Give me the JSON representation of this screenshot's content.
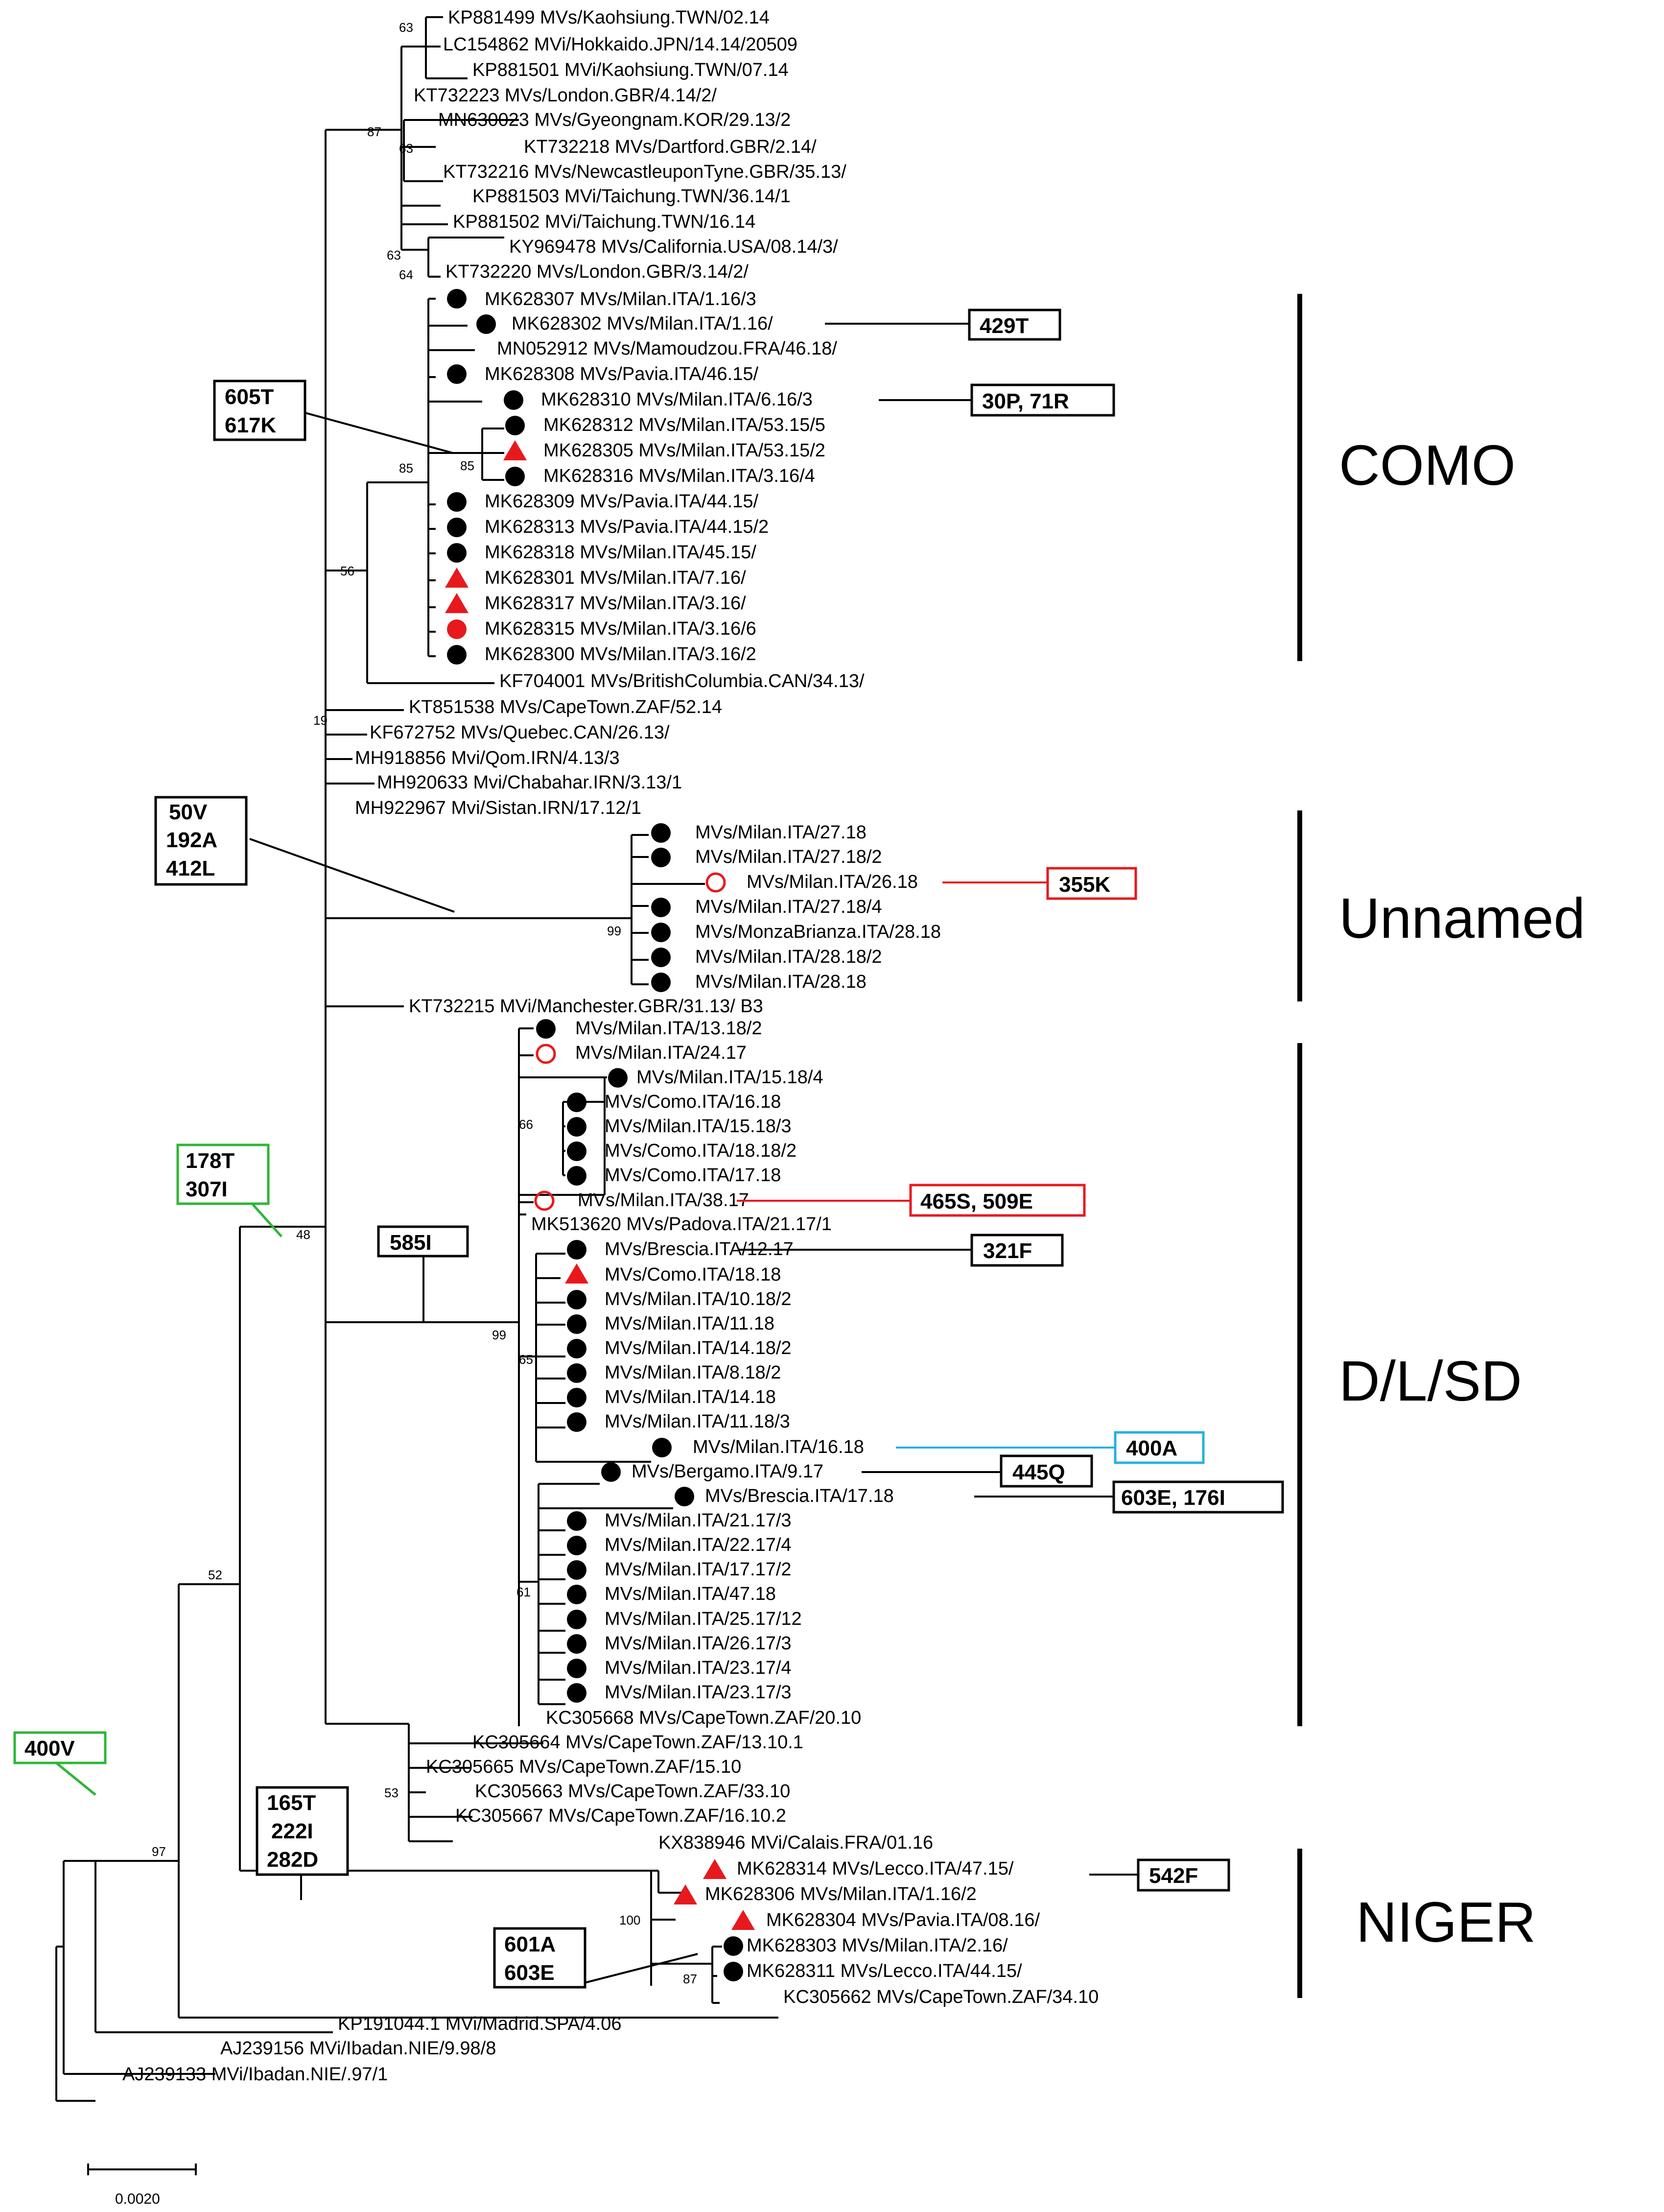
{
  "tips": {
    "t1": "KP881499 MVs/Kaohsiung.TWN/02.14",
    "t2": "LC154862 MVi/Hokkaido.JPN/14.14/20509",
    "t3": "KP881501 MVi/Kaohsiung.TWN/07.14",
    "t4": "KT732223 MVs/London.GBR/4.14/2/",
    "t5": "MN630023 MVs/Gyeongnam.KOR/29.13/2",
    "t6": "KT732218 MVs/Dartford.GBR/2.14/",
    "t7": "KT732216 MVs/NewcastleuponTyne.GBR/35.13/",
    "t8": "KP881503 MVi/Taichung.TWN/36.14/1",
    "t9": "KP881502 MVi/Taichung.TWN/16.14",
    "t10": "KY969478 MVs/California.USA/08.14/3/",
    "t11": "KT732220 MVs/London.GBR/3.14/2/",
    "t12": "MK628307 MVs/Milan.ITA/1.16/3",
    "t13": "MK628302 MVs/Milan.ITA/1.16/",
    "t14": "MN052912 MVs/Mamoudzou.FRA/46.18/",
    "t15": "MK628308 MVs/Pavia.ITA/46.15/",
    "t16": "MK628310 MVs/Milan.ITA/6.16/3",
    "t17": "MK628312 MVs/Milan.ITA/53.15/5",
    "t18": "MK628305 MVs/Milan.ITA/53.15/2",
    "t19": "MK628316 MVs/Milan.ITA/3.16/4",
    "t20": "MK628309 MVs/Pavia.ITA/44.15/",
    "t21": "MK628313 MVs/Pavia.ITA/44.15/2",
    "t22": "MK628318 MVs/Milan.ITA/45.15/",
    "t23": "MK628301 MVs/Milan.ITA/7.16/",
    "t24": "MK628317 MVs/Milan.ITA/3.16/",
    "t25": "MK628315 MVs/Milan.ITA/3.16/6",
    "t26": "MK628300 MVs/Milan.ITA/3.16/2",
    "t27": "KF704001 MVs/BritishColumbia.CAN/34.13/",
    "t28": "KT851538 MVs/CapeTown.ZAF/52.14",
    "t29": "KF672752 MVs/Quebec.CAN/26.13/",
    "t30": "MH918856 Mvi/Qom.IRN/4.13/3",
    "t31": "MH920633 Mvi/Chabahar.IRN/3.13/1",
    "t32": "MH922967 Mvi/Sistan.IRN/17.12/1",
    "t33": "MVs/Milan.ITA/27.18",
    "t34": "MVs/Milan.ITA/27.18/2",
    "t35": "MVs/Milan.ITA/26.18",
    "t36": "MVs/Milan.ITA/27.18/4",
    "t37": "MVs/MonzaBrianza.ITA/28.18",
    "t38": "MVs/Milan.ITA/28.18/2",
    "t39": "MVs/Milan.ITA/28.18",
    "t40": "KT732215 MVi/Manchester.GBR/31.13/ B3",
    "t41": "MVs/Milan.ITA/13.18/2",
    "t42": "MVs/Milan.ITA/24.17",
    "t43": "MVs/Milan.ITA/15.18/4",
    "t44": "MVs/Como.ITA/16.18",
    "t45": "MVs/Milan.ITA/15.18/3",
    "t46": "MVs/Como.ITA/18.18/2",
    "t47": "MVs/Como.ITA/17.18",
    "t48": "MVs/Milan.ITA/38.17",
    "t49": "MK513620 MVs/Padova.ITA/21.17/1",
    "t50": "MVs/Brescia.ITA/12.17",
    "t51": "MVs/Como.ITA/18.18",
    "t52": "MVs/Milan.ITA/10.18/2",
    "t53": "MVs/Milan.ITA/11.18",
    "t54": "MVs/Milan.ITA/14.18/2",
    "t55": "MVs/Milan.ITA/8.18/2",
    "t56": "MVs/Milan.ITA/14.18",
    "t57": "MVs/Milan.ITA/11.18/3",
    "t58": "MVs/Milan.ITA/16.18",
    "t59": "MVs/Bergamo.ITA/9.17",
    "t60": "MVs/Brescia.ITA/17.18",
    "t61": "MVs/Milan.ITA/21.17/3",
    "t62": "MVs/Milan.ITA/22.17/4",
    "t63": "MVs/Milan.ITA/17.17/2",
    "t64": "MVs/Milan.ITA/47.18",
    "t65": "MVs/Milan.ITA/25.17/12",
    "t66": "MVs/Milan.ITA/26.17/3",
    "t67": "MVs/Milan.ITA/23.17/4",
    "t68": "MVs/Milan.ITA/23.17/3",
    "t69": "KC305668 MVs/CapeTown.ZAF/20.10",
    "t70": "KC305664 MVs/CapeTown.ZAF/13.10.1",
    "t71": "KC305665 MVs/CapeTown.ZAF/15.10",
    "t72": "KC305663 MVs/CapeTown.ZAF/33.10",
    "t73": "KC305667 MVs/CapeTown.ZAF/16.10.2",
    "t74": "KX838946 MVi/Calais.FRA/01.16",
    "t75": "MK628314 MVs/Lecco.ITA/47.15/",
    "t76": "MK628306 MVs/Milan.ITA/1.16/2",
    "t77": "MK628304 MVs/Pavia.ITA/08.16/",
    "t78": "MK628303 MVs/Milan.ITA/2.16/",
    "t79": "MK628311 MVs/Lecco.ITA/44.15/",
    "t80": "KC305662 MVs/CapeTown.ZAF/34.10",
    "t81": "KP191044.1 MVi/Madrid.SPA/4.06",
    "t82": "AJ239156 MVi/Ibadan.NIE/9.98/8",
    "t83": "AJ239133 MVi/Ibadan.NIE/.97/1"
  },
  "bootstrap": {
    "b63a": "63",
    "b87": "87",
    "b63b": "63",
    "b63c": "63",
    "b64": "64",
    "b85a": "85",
    "b85b": "85",
    "b56": "56",
    "b19": "19",
    "b99a": "99",
    "b66": "66",
    "b48": "48",
    "b99b": "99",
    "b65": "65",
    "b61": "61",
    "b52": "52",
    "b53": "53",
    "b97": "97",
    "b100": "100",
    "b87b": "87"
  },
  "mutations": {
    "m429T": "429T",
    "m605T": [
      "605T",
      "617K"
    ],
    "m30P": "30P, 71R",
    "m50V": [
      "50V",
      "192A",
      "412L"
    ],
    "m355K": "355K",
    "m178T": [
      "178T",
      "307I"
    ],
    "m585I": "585I",
    "m465S": "465S, 509E",
    "m321F": "321F",
    "m400A": "400A",
    "m445Q": "445Q",
    "m603E": "603E, 176I",
    "m400V": "400V",
    "m165T": [
      "165T",
      "222I",
      "282D"
    ],
    "m542F": "542F",
    "m601A": [
      "601A",
      "603E"
    ]
  },
  "clades": {
    "como": "COMO",
    "unnamed": "Unnamed",
    "dlsd": "D/L/SD",
    "niger": "NIGER"
  },
  "scale_bar": {
    "label": "0.0020",
    "value": 0.002
  },
  "colors": {
    "black": "#000000",
    "red": "#e8191d",
    "green": "#2db636",
    "blue": "#27b0e0"
  }
}
